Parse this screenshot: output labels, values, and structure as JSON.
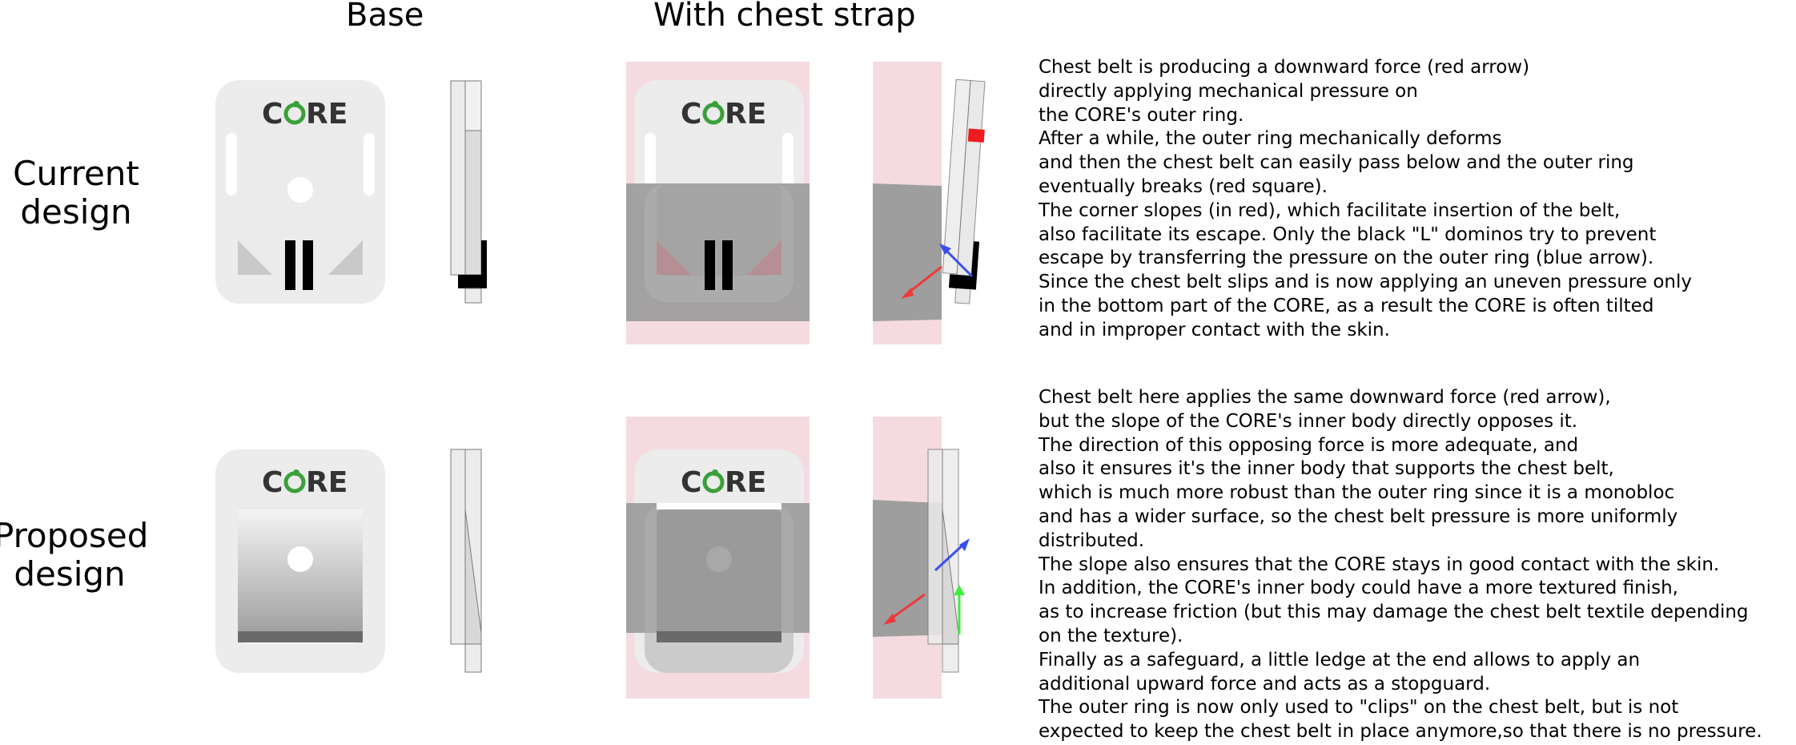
{
  "headers": {
    "base": "Base",
    "with_strap": "With chest strap"
  },
  "rows": {
    "current": {
      "line1": "Current",
      "line2": "design"
    },
    "proposed": {
      "line1": "Proposed",
      "line2": "design"
    }
  },
  "logo": {
    "c": "C",
    "re": "RE"
  },
  "colors": {
    "accent_red": "#ee3a3a",
    "accent_blue": "#3b4ff0",
    "accent_green": "#3cee3c",
    "logo_green": "#3aa03a",
    "strap_pink": "#f5dbe0"
  },
  "current_text": [
    "Chest belt is producing a downward force (red arrow)",
    "directly applying mechanical pressure on",
    "the CORE's outer ring.",
    "After a while, the outer ring mechanically deforms",
    "and then the chest belt can easily pass below and the outer ring",
    "eventually breaks (red square).",
    "The corner slopes (in red), which facilitate insertion of the belt,",
    "also facilitate its escape. Only the black \"L\" dominos try to prevent",
    "escape by transferring the pressure on the outer ring (blue arrow).",
    "Since the chest belt slips and is now applying an uneven pressure only",
    "in the bottom part of the CORE, as a result the CORE is often tilted",
    "and in improper contact with the skin."
  ],
  "proposed_text": [
    "Chest belt here applies the same downward force (red arrow),",
    "but the slope of the CORE's inner body directly opposes it.",
    "The direction of this opposing force is more adequate, and",
    "also it ensures it's the inner body that supports the chest belt,",
    "which is much more robust than the outer ring since it is a monobloc",
    "and has a wider surface, so the chest belt pressure is more uniformly",
    "distributed.",
    "The slope also ensures that the CORE stays in good contact with the skin.",
    "In addition, the CORE's inner body could have a more textured finish,",
    "as to increase friction (but this may damage the chest belt textile depending",
    "on the texture).",
    "Finally as a safeguard, a little ledge at the end allows to apply an",
    "additional upward force and acts as a stopguard.",
    "The outer ring is now only used to \"clips\" on the chest belt, but is not",
    "expected to keep the chest belt in place anymore,so that there is no pressure."
  ]
}
